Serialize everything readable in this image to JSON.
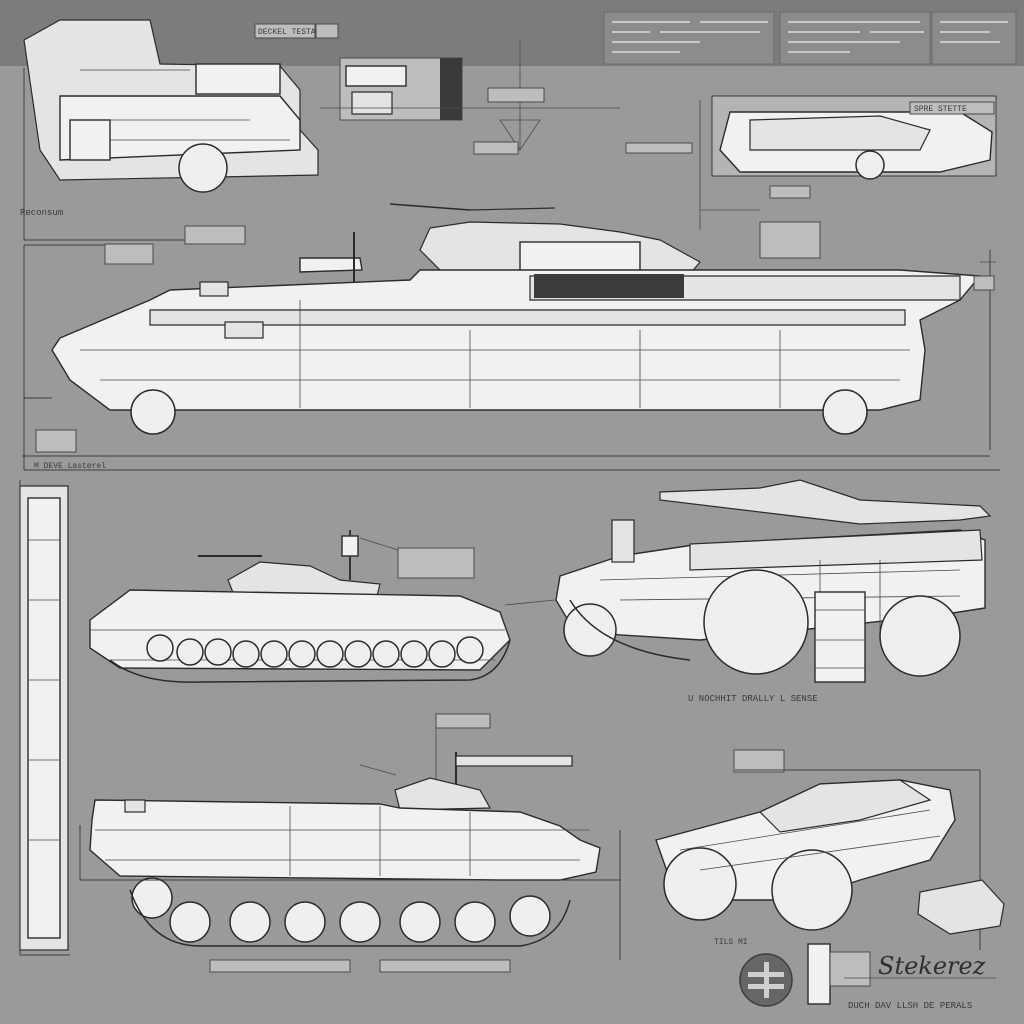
{
  "top_label_left": "DECKEL TESTA",
  "left_note": "Reconsum",
  "mid_left_tag": "M DEVE Lasterel",
  "blueprint_note": "SPRE STETTE",
  "bottom_label": "U NOCHHIT DRALLY L SENSE",
  "signature": "Stekerez",
  "bottom_right_label": "DUCH DAV LLSH DE PERALS",
  "dim_label": "TILS MI",
  "palette": {
    "paper": "#9a9a9a",
    "ink": "#2b2b2b",
    "hull": "#f1f1f1"
  }
}
